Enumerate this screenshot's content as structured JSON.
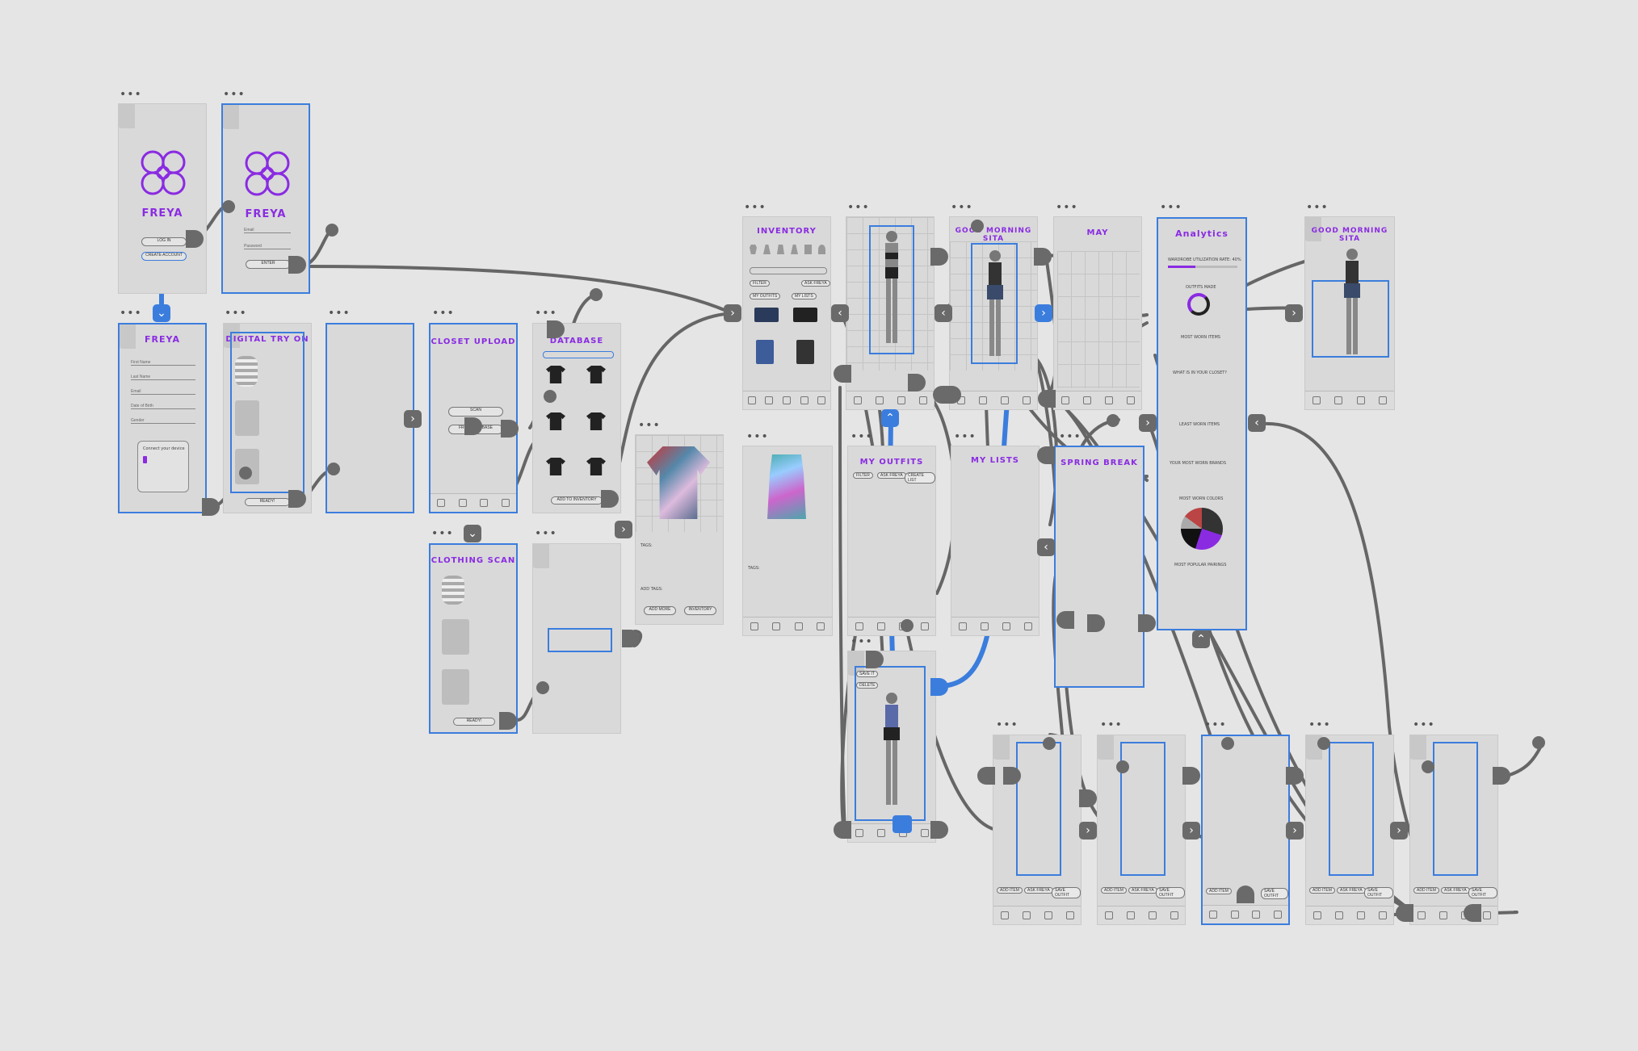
{
  "brand": {
    "name": "FREYA"
  },
  "login": {
    "login_label": "LOG IN",
    "create_account_label": "CREATE ACCOUNT"
  },
  "login2": {
    "email_label": "Email",
    "password_label": "Password",
    "enter_label": "ENTER"
  },
  "signup": {
    "fields": [
      "First Name",
      "Last Name",
      "Email",
      "Date of Birth",
      "Gender"
    ],
    "connect_label": "Connect your device"
  },
  "digital_try_on": {
    "title": "DIGITAL TRY ON",
    "ready_label": "READY!"
  },
  "closet_upload": {
    "title": "CLOSET UPLOAD",
    "scan_label": "SCAN",
    "from_database_label": "FROM DATABASE"
  },
  "database": {
    "title": "DATABASE",
    "add_label": "ADD TO INVENTORY"
  },
  "item_detail": {
    "add_more_label": "ADD MORE",
    "inventory_label": "INVENTORY",
    "tags_label": "TAGS:",
    "add_tags_label": "ADD TAGS:"
  },
  "clothing_scan": {
    "title": "CLOTHING SCAN",
    "ready_label": "READY!"
  },
  "inventory": {
    "title": "INVENTORY",
    "filter_label": "FILTER",
    "ask_label": "ASK FREYA",
    "tabs": [
      "MY OUTFITS",
      "MY LISTS"
    ]
  },
  "greeting": {
    "title": "GOOD MORNING SITA"
  },
  "calendar": {
    "title": "MAY"
  },
  "analytics": {
    "title": "Analytics",
    "sections": [
      "WARDROBE UTILIZATION RATE: 40%",
      "OUTFITS MADE",
      "MOST WORN ITEMS",
      "WHAT IS IN YOUR CLOSET?",
      "LEAST WORN ITEMS",
      "YOUR MOST WORN BRANDS",
      "MOST WORN COLORS",
      "MOST POPULAR PAIRINGS"
    ]
  },
  "my_outfits": {
    "title": "MY OUTFITS",
    "filter_label": "FILTER",
    "ask_label": "ASK FREYA",
    "create_label": "CREATE LIST"
  },
  "my_lists": {
    "title": "MY LISTS"
  },
  "spring_break": {
    "title": "SPRING BREAK"
  },
  "tryon": {
    "buttons": [
      "ADD ITEM",
      "ASK FREYA",
      "SAVE OUTFIT"
    ]
  },
  "outfit_detail": {
    "save_label": "SAVE IT",
    "delete_label": "DELETE"
  },
  "colors": {
    "accent": "#8a2be2",
    "selection": "#3b7ddd",
    "connector": "#6a6a6a",
    "canvas": "#e5e5e5",
    "screen": "#d9d9d9"
  }
}
